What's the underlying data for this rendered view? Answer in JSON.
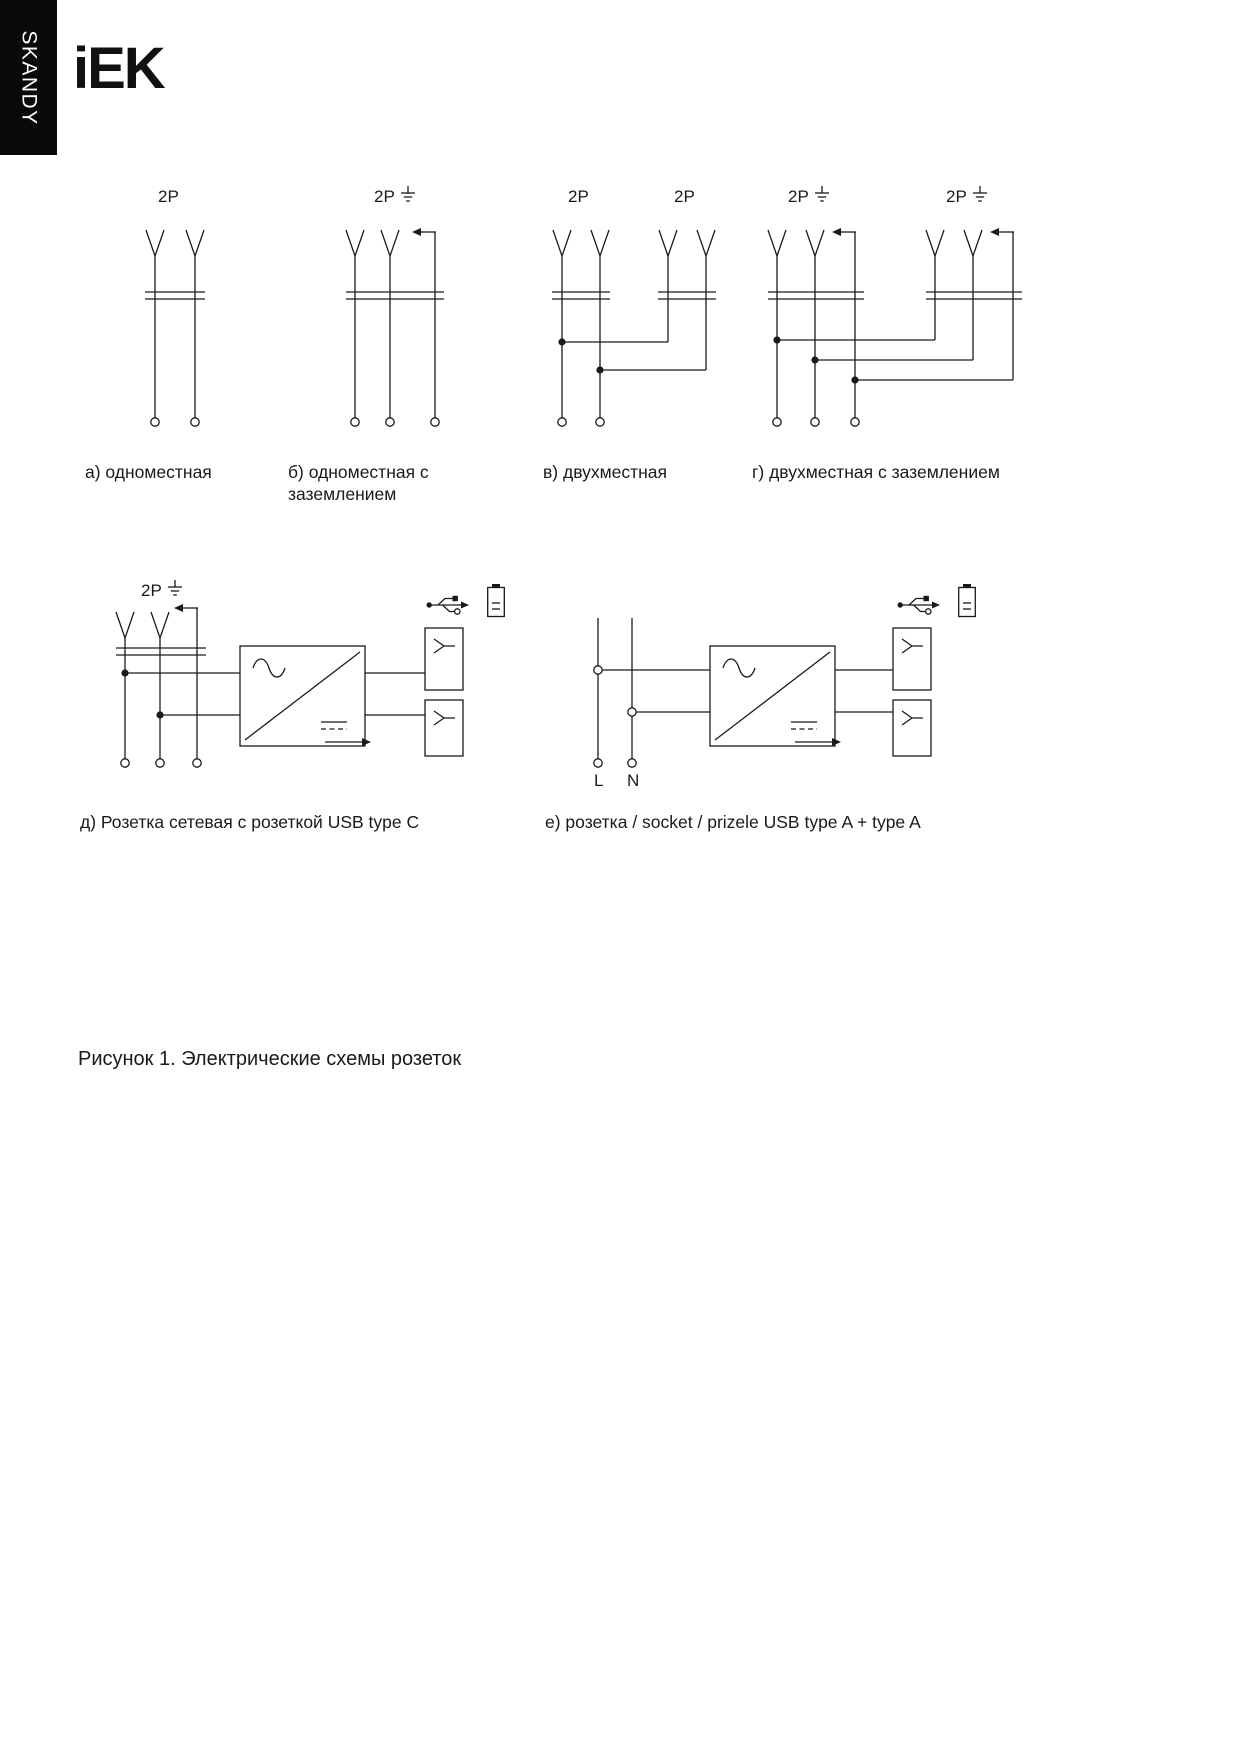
{
  "header": {
    "series": "SKANDY",
    "logo": "iEK"
  },
  "diagrams": {
    "a": {
      "label_2p": "2P",
      "caption": "а) одноместная"
    },
    "b": {
      "label_2p": "2P",
      "caption": "б) одноместная с заземлением"
    },
    "c": {
      "label_2p_left": "2P",
      "label_2p_right": "2P",
      "caption": "в) двухместная"
    },
    "d": {
      "label_2p_left": "2P",
      "label_2p_right": "2P",
      "caption": "г) двухместная с заземлением"
    },
    "e_usb_c": {
      "label_2p": "2P",
      "caption": "д) Розетка сетевая с розеткой USB type C"
    },
    "f_usb_a": {
      "label_l": "L",
      "label_n": "N",
      "caption": "е) розетка / socket / prizele USB type A + type A"
    }
  },
  "figure_caption": "Рисунок 1. Электрические схемы розеток"
}
